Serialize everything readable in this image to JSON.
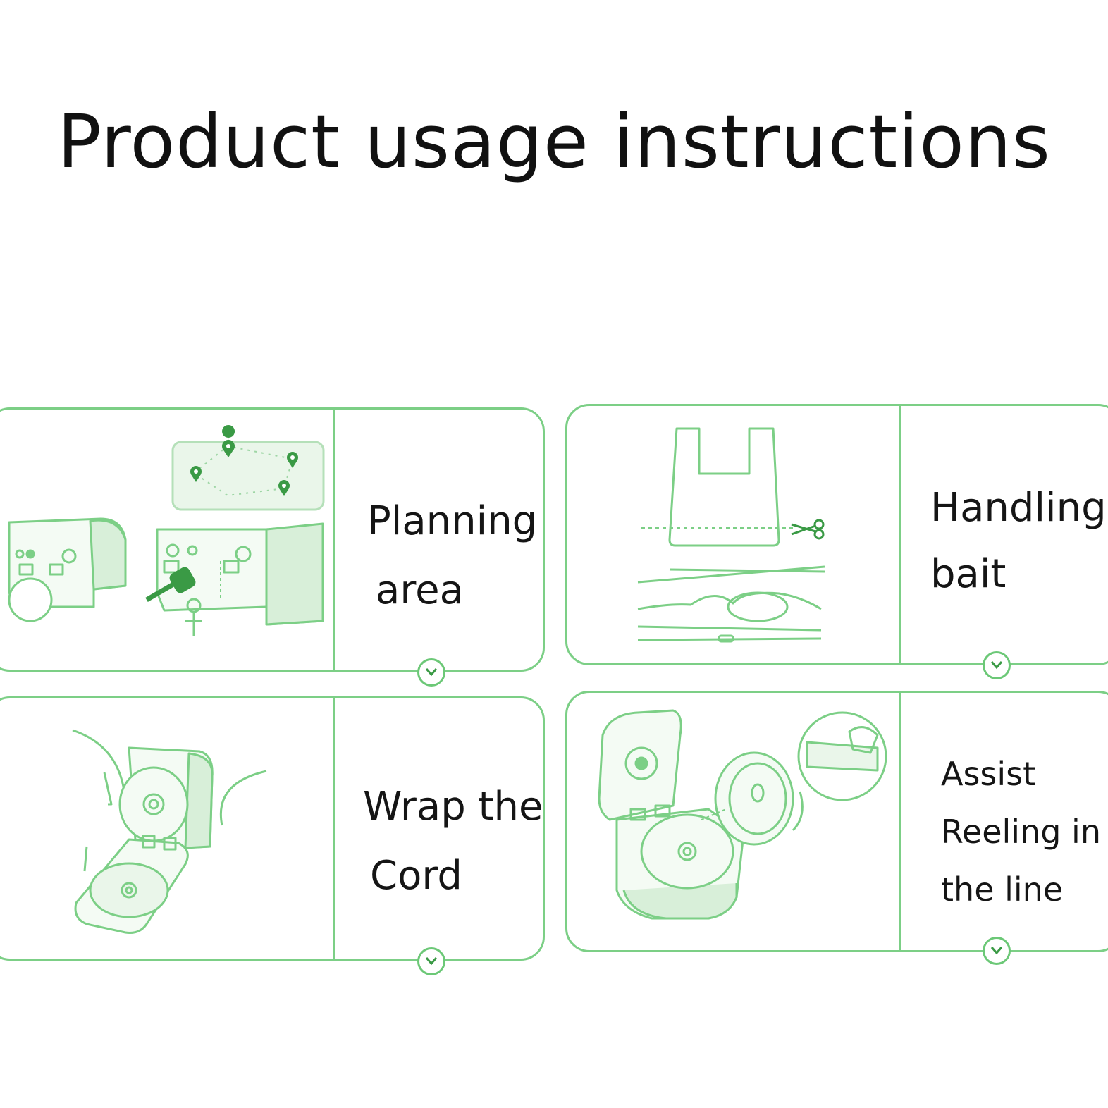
{
  "page_title": "Product usage instructions",
  "accent_color": "#7ccf86",
  "steps": [
    {
      "lines": [
        "Planning",
        "area"
      ],
      "illustration": "robot-map-illustration",
      "icon": "chevron-down-icon"
    },
    {
      "lines": [
        "Handling",
        "bait"
      ],
      "illustration": "bag-and-knots-illustration",
      "icon": "chevron-down-icon"
    },
    {
      "lines": [
        "Wrap the",
        "Cord"
      ],
      "illustration": "reel-winding-illustration",
      "icon": "chevron-down-icon"
    },
    {
      "lines": [
        "Assist",
        "Reeling in",
        "the line"
      ],
      "illustration": "reel-assist-illustration",
      "icon": "chevron-down-icon"
    }
  ]
}
